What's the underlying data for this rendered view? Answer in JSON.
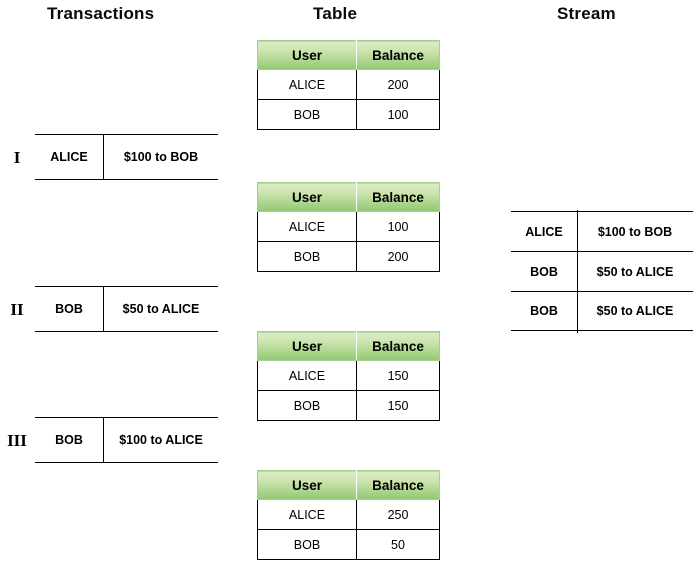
{
  "columns": {
    "transactions_title": "Transactions",
    "table_title": "Table",
    "stream_title": "Stream"
  },
  "balance_tables": [
    {
      "headers": {
        "user": "User",
        "balance": "Balance"
      },
      "rows": [
        {
          "user": "ALICE",
          "balance": "200"
        },
        {
          "user": "BOB",
          "balance": "100"
        }
      ]
    },
    {
      "headers": {
        "user": "User",
        "balance": "Balance"
      },
      "rows": [
        {
          "user": "ALICE",
          "balance": "100"
        },
        {
          "user": "BOB",
          "balance": "200"
        }
      ]
    },
    {
      "headers": {
        "user": "User",
        "balance": "Balance"
      },
      "rows": [
        {
          "user": "ALICE",
          "balance": "150"
        },
        {
          "user": "BOB",
          "balance": "150"
        }
      ]
    },
    {
      "headers": {
        "user": "User",
        "balance": "Balance"
      },
      "rows": [
        {
          "user": "ALICE",
          "balance": "250"
        },
        {
          "user": "BOB",
          "balance": "50"
        }
      ]
    }
  ],
  "transactions": [
    {
      "numeral": "I",
      "user": "ALICE",
      "detail": "$100 to BOB"
    },
    {
      "numeral": "II",
      "user": "BOB",
      "detail": "$50 to ALICE"
    },
    {
      "numeral": "III",
      "user": "BOB",
      "detail": "$100 to ALICE"
    }
  ],
  "stream": [
    {
      "user": "ALICE",
      "detail": "$100 to BOB"
    },
    {
      "user": "BOB",
      "detail": "$50 to ALICE"
    },
    {
      "user": "BOB",
      "detail": "$50 to ALICE"
    }
  ],
  "colors": {
    "header_gradient_top": "#dcedc8",
    "header_gradient_bottom": "#8fc974",
    "border": "#000000",
    "text": "#000000",
    "background": "#ffffff"
  }
}
